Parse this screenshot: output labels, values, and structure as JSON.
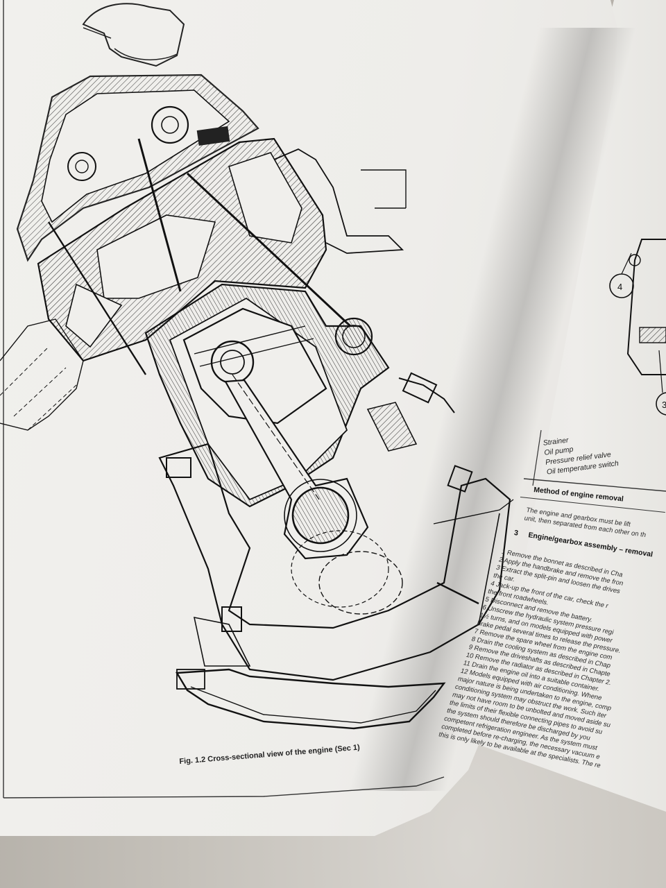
{
  "figure": {
    "caption": "Fig. 1.2 Cross-sectional view of the engine (Sec 1)",
    "callouts": [
      "4",
      "3"
    ]
  },
  "legend": {
    "items": [
      {
        "number": "",
        "label": "Strainer"
      },
      {
        "number": "",
        "label": "Oil pump"
      },
      {
        "number": "",
        "label": "Pressure relief valve"
      },
      {
        "number": "",
        "label": "Oil temperature switch"
      }
    ]
  },
  "sections": {
    "method": {
      "number": "",
      "title": "Method of engine removal"
    },
    "assembly": {
      "number": "3",
      "title": "Engine/gearbox assembly – removal"
    }
  },
  "method_text": [
    "The engine and gearbox must be lift",
    "unit, then separated from each other on th"
  ],
  "assembly_text": [
    "1   Remove the bonnet as described in Cha",
    "2   Apply the handbrake and remove the fron",
    "3   Extract the split-pin and loosen the drives",
    "the car.",
    "4   Jack-up the front of the car, check the r",
    "the front roadwheels.",
    "5   Disconnect and remove the battery.",
    "6   Unscrew the hydraulic system pressure regi",
    "1½ turns, and on models equipped with power",
    "brake pedal several times to release the pressure.",
    "7   Remove the spare wheel from the engine com",
    "8   Drain the cooling system as described in Chap",
    "9   Remove the driveshafts as described in Chapte",
    "10  Remove the radiator as described in Chapter 2.",
    "11  Drain the engine oil into a suitable container.",
    "12  Models equipped with air conditioning. Whene",
    "major nature is being undertaken to the engine, comp",
    "conditioning system may obstruct the work. Such iter",
    "may not have room to be unbolted and moved aside su",
    "the limits of their flexible connecting pipes to avoid su",
    "the system should therefore be discharged by you",
    "competent refrigeration engineer. As the system must",
    "completed before re-charging, the necessary vacuum e",
    "this is only likely to be available at the specialists. The re"
  ]
}
